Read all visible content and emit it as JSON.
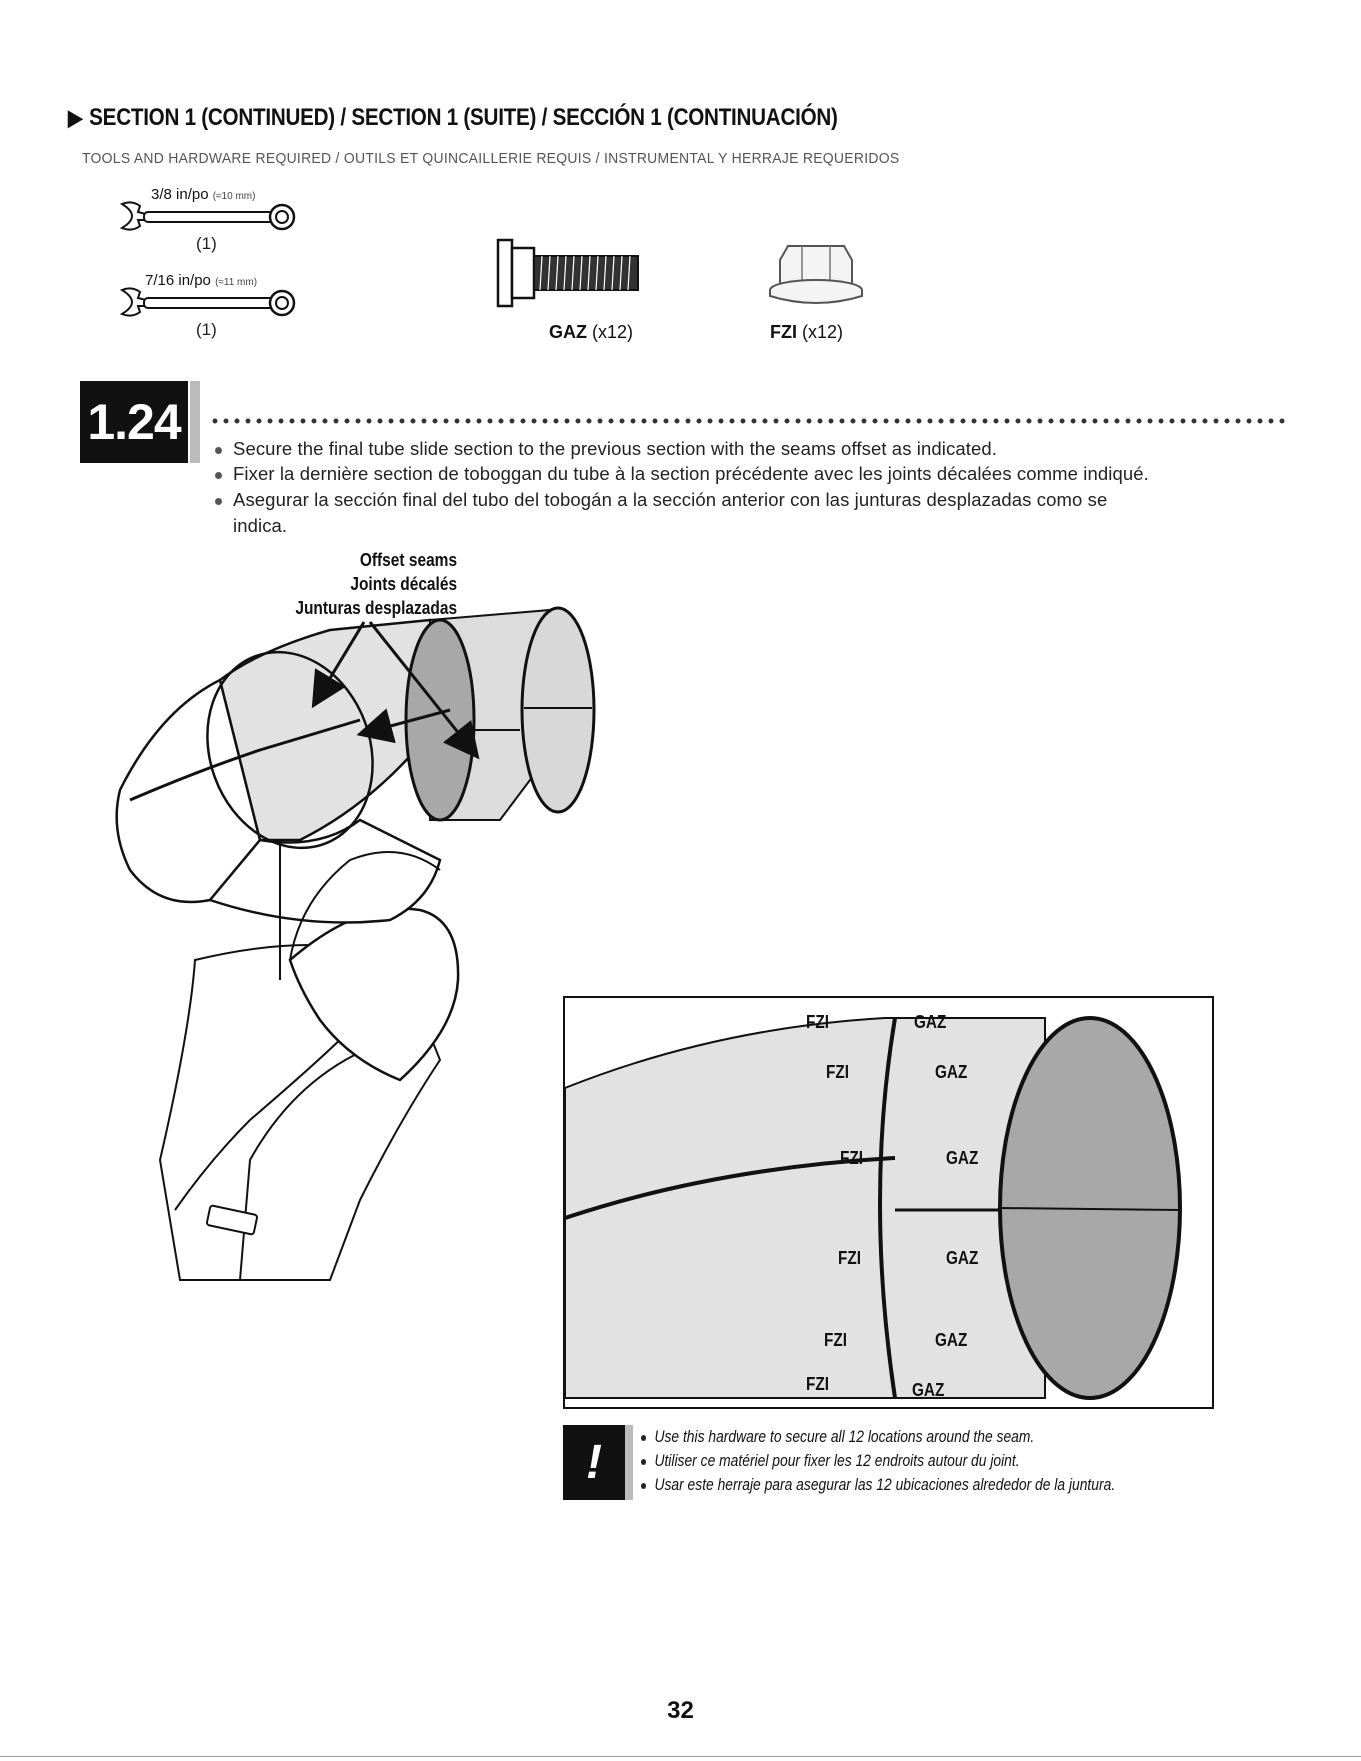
{
  "header": {
    "title": "SECTION 1 (CONTINUED) / SECTION 1 (SUITE) / SECCIÓN 1 (CONTINUACIÓN)",
    "tools_subtitle": "TOOLS AND HARDWARE REQUIRED / OUTILS ET QUINCAILLERIE REQUIS / INSTRUMENTAL Y HERRAJE REQUERIDOS"
  },
  "tools": [
    {
      "label": "3/8 in/po",
      "metric": "(≈10 mm)",
      "qty": "(1)"
    },
    {
      "label": "7/16 in/po",
      "metric": "(≈11 mm)",
      "qty": "(1)"
    }
  ],
  "hardware": [
    {
      "code": "GAZ",
      "qty": "(x12)",
      "icon": "bolt-icon"
    },
    {
      "code": "FZI",
      "qty": "(x12)",
      "icon": "nut-icon"
    }
  ],
  "step": {
    "number": "1.24",
    "instructions": [
      "Secure the final tube slide section to the previous section with the seams offset as indicated.",
      "Fixer la dernière section de toboggan du tube à la section précédente avec les joints décalées comme indiqué.",
      "Asegurar la sección final del tubo del tobogán a la sección anterior con las junturas desplazadas como se",
      "indica."
    ]
  },
  "callout": {
    "lines": [
      "Offset seams",
      "Joints décalés",
      "Junturas desplazadas"
    ]
  },
  "detail": {
    "rows": [
      {
        "nut": "FZI",
        "bolt": "GAZ"
      },
      {
        "nut": "FZI",
        "bolt": "GAZ"
      },
      {
        "nut": "FZI",
        "bolt": "GAZ"
      },
      {
        "nut": "FZI",
        "bolt": "GAZ"
      },
      {
        "nut": "FZI",
        "bolt": "GAZ"
      },
      {
        "nut": "FZI",
        "bolt": "GAZ"
      }
    ]
  },
  "warning": {
    "symbol": "!",
    "notes": [
      "Use this hardware to secure all 12 locations around the seam.",
      "Utiliser ce matériel pour fixer les 12 endroits autour du joint.",
      "Usar este herraje para asegurar las 12 ubicaciones alrededor de la juntura."
    ]
  },
  "page_number": "32",
  "colors": {
    "badge": "#111111",
    "tube_fill": "#e2e2e2",
    "tube_end": "#aaaaaa"
  }
}
